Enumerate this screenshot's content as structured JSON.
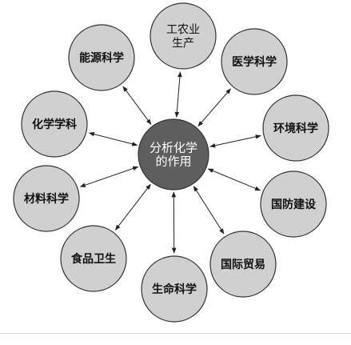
{
  "diagram": {
    "center": {
      "lines": [
        "分析化学",
        "的作用"
      ]
    },
    "nodes": [
      {
        "id": "industry",
        "lines": [
          "工农业",
          "生产"
        ]
      },
      {
        "id": "medicine",
        "lines": [
          "医学科学"
        ]
      },
      {
        "id": "environment",
        "lines": [
          "环境科学"
        ]
      },
      {
        "id": "defense",
        "lines": [
          "国防建设"
        ]
      },
      {
        "id": "trade",
        "lines": [
          "国际贸易"
        ]
      },
      {
        "id": "life",
        "lines": [
          "生命科学"
        ]
      },
      {
        "id": "food",
        "lines": [
          "食品卫生"
        ]
      },
      {
        "id": "materials",
        "lines": [
          "材料科学"
        ]
      },
      {
        "id": "chemistry",
        "lines": [
          "化学学科"
        ]
      },
      {
        "id": "energy",
        "lines": [
          "能源科学"
        ]
      }
    ],
    "colors": {
      "center_fill": "#5e5e5e",
      "node_fill": "#d0d0d0",
      "stroke": "#333333",
      "arrow": "#222222"
    }
  }
}
